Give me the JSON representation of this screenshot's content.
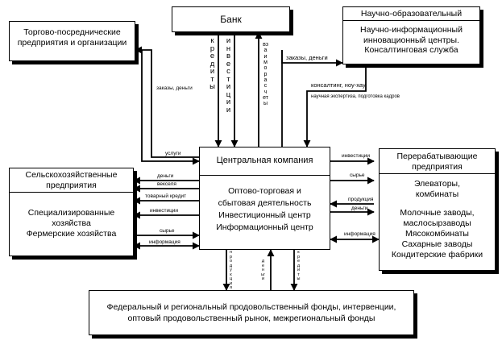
{
  "boxes": {
    "bank": {
      "title": "Банк"
    },
    "trade": {
      "title": "Торгово-посреднические предприятия и организации"
    },
    "science": {
      "header": "Научно-образовательный",
      "body": "Научно-информационный инновационный центры. Консалтинговая служба"
    },
    "central": {
      "header": "Центральная компания",
      "body_line1": "Оптово-торговая и",
      "body_line2": "сбытовая деятельность",
      "body_line3": "Инвестиционный центр",
      "body_line4": "Информационный центр"
    },
    "agri": {
      "header": "Сельскохозяйственные предприятия",
      "body_line1": "Специализированные",
      "body_line2": "хозяйства",
      "body_line3": "Фермерские хозяйства"
    },
    "processing": {
      "header": "Перерабатывающие предприятия",
      "line1": "Элеваторы,",
      "line2": "комбинаты",
      "line3": "Молочные заводы,",
      "line4": "маслосырзаводы",
      "line5": "Мясокомбинаты",
      "line6": "Сахарные заводы",
      "line7": "Кондитерские фабрики"
    },
    "funds": {
      "line1": "Федеральный и региональный продовольственный фонды, интервенции,",
      "line2": "оптовый продовольственный рынок, межрегиональный фонды"
    }
  },
  "labels": {
    "credits": "кредиты",
    "investments_v": "инвестиции",
    "mutual_settlements": "взаиморасчеты",
    "orders_money_science": "заказы, деньги",
    "consulting": "консалтинг, ноу-хау",
    "expertise": "научная экспертиза, подготовка кадров",
    "orders_money_trade": "заказы, деньги",
    "services": "услуги",
    "investments_proc": "инвестиции",
    "raw_proc": "сырье",
    "products_proc": "продукция",
    "money_proc": "деньги",
    "information_proc": "информация",
    "money_agri": "деньги",
    "bills": "векселя",
    "commodity_credit": "товарный кредит",
    "investments_agri": "инвестиции",
    "raw_agri": "сырье",
    "information_agri": "информация",
    "products_v": "продукция",
    "money_v": "деньги",
    "credits_bottom": "кредиты"
  },
  "colors": {
    "stroke": "#000000",
    "background": "#ffffff"
  }
}
